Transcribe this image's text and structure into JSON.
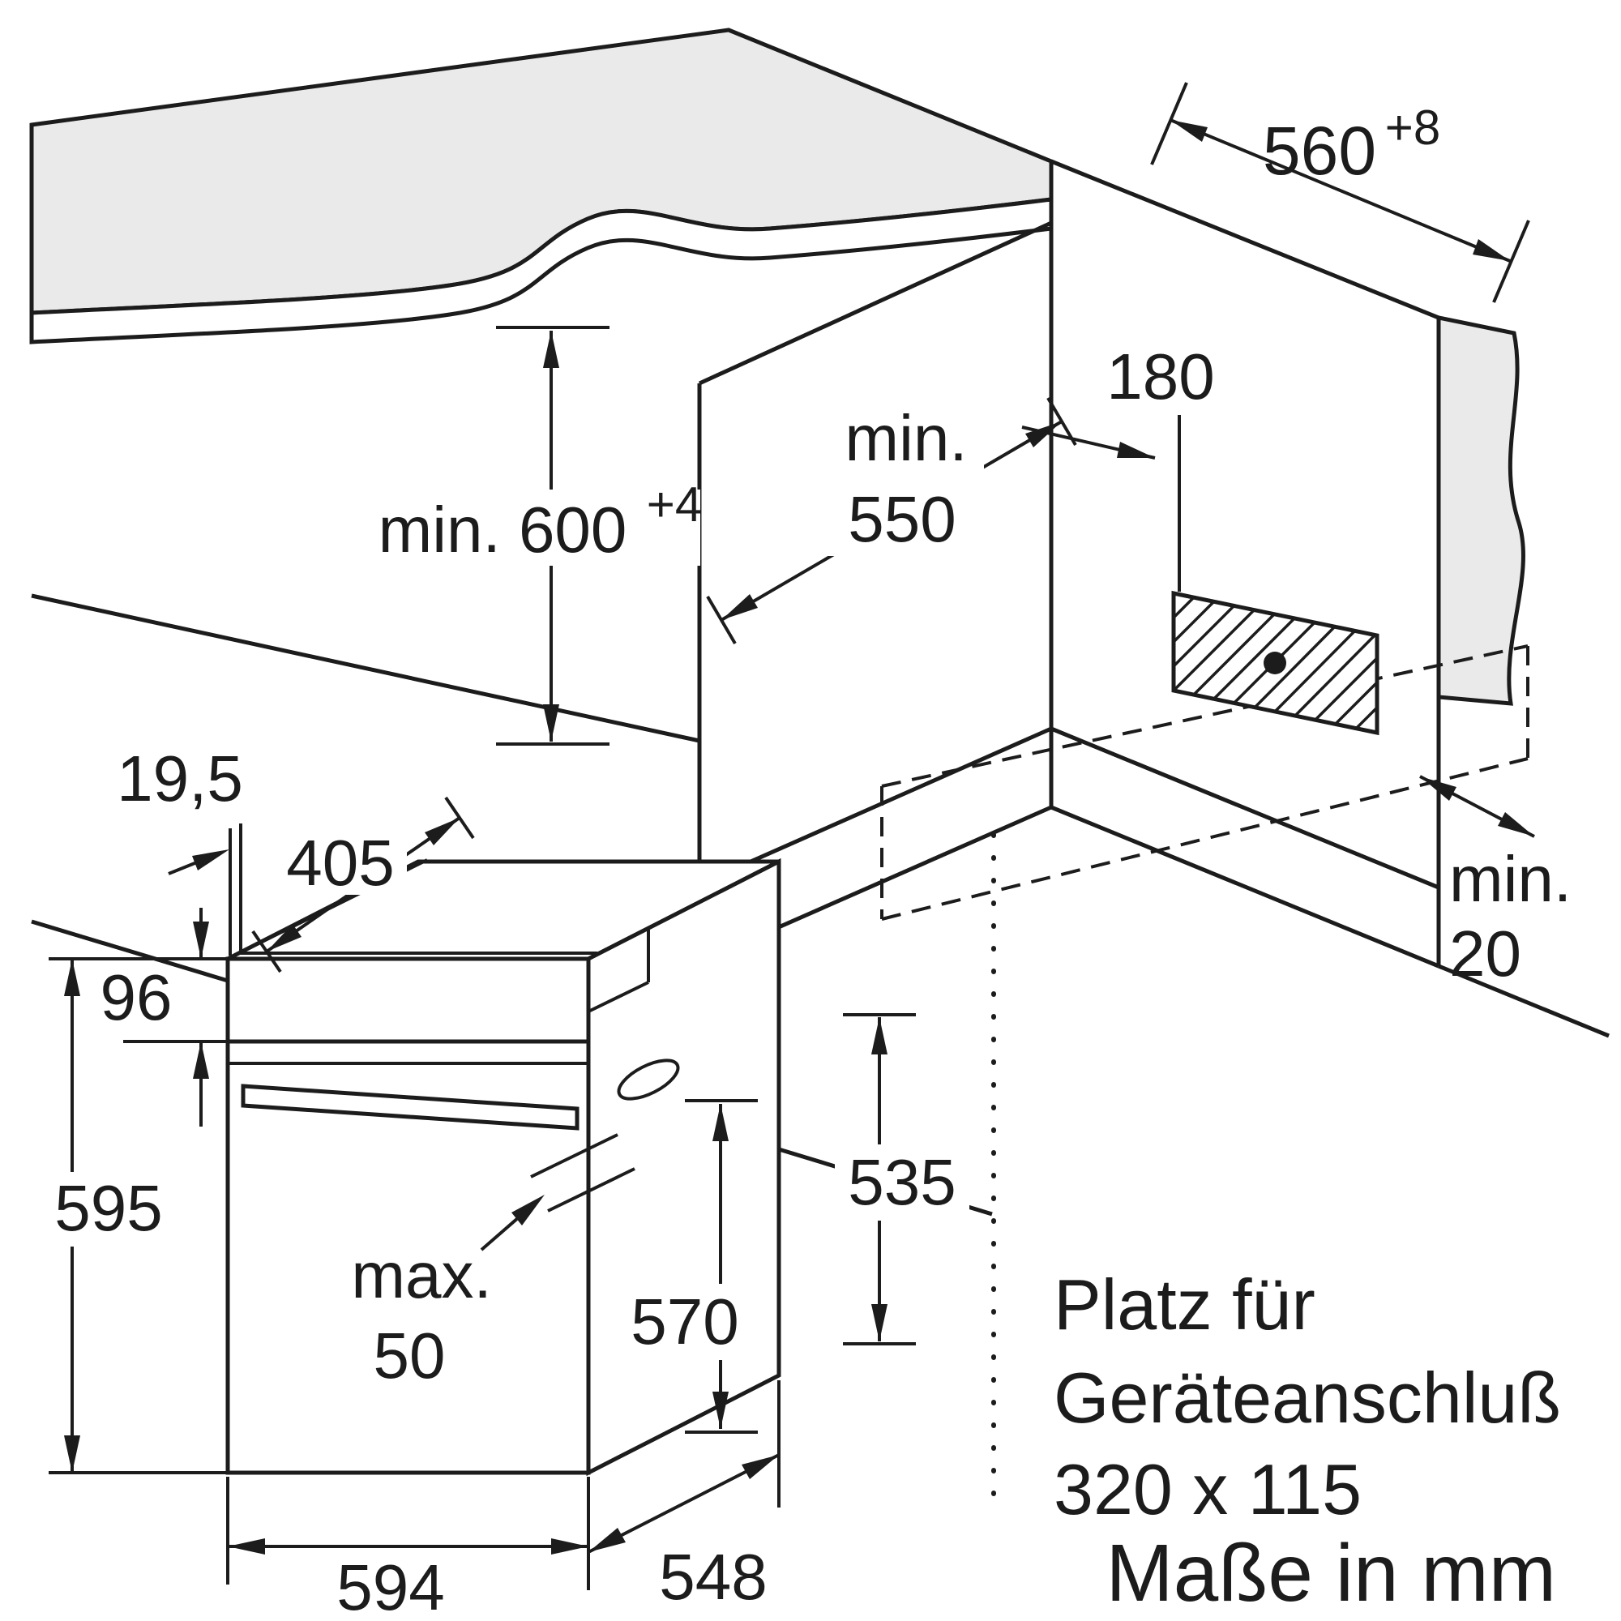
{
  "dimensions": {
    "niche_width": {
      "value": "560",
      "tolerance": "+8"
    },
    "connection_offset": {
      "value": "180"
    },
    "niche_depth": {
      "prefix": "min.",
      "value": "550"
    },
    "niche_height": {
      "value": "min. 600",
      "tolerance": "+4"
    },
    "rear_gap": {
      "prefix": "min.",
      "value": "20"
    },
    "front_frame_overhang": {
      "value": "19,5"
    },
    "top_depth": {
      "value": "405"
    },
    "panel_height": {
      "value": "96"
    },
    "total_height": {
      "value": "595"
    },
    "handle_protrusion": {
      "prefix": "max.",
      "value": "50"
    },
    "cavity_height": {
      "value": "570"
    },
    "rear_body_height": {
      "value": "535"
    },
    "width": {
      "value": "594"
    },
    "body_depth": {
      "value": "548"
    }
  },
  "notes": {
    "connection_space_line1": "Platz für",
    "connection_space_line2": "Geräteanschluß",
    "connection_space_line3": "320 x 115",
    "units": "Maße in mm"
  }
}
